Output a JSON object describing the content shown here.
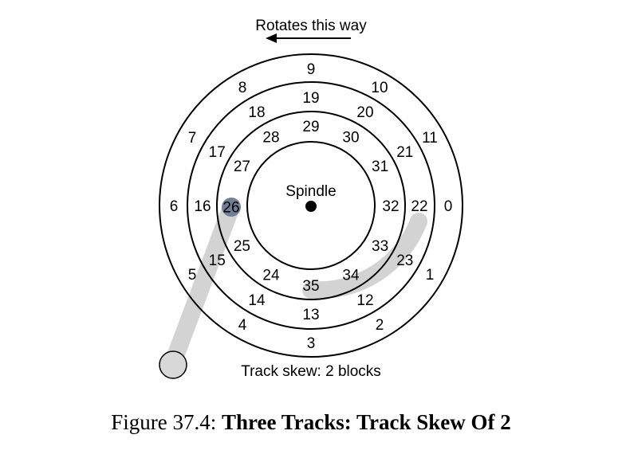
{
  "rotation_label": "Rotates this way",
  "spindle_label": "Spindle",
  "skew_label": "Track skew: 2 blocks",
  "caption": {
    "prefix": "Figure 37.4:",
    "title": "Three Tracks: Track Skew Of 2"
  },
  "tracks": {
    "outer": [
      "0",
      "1",
      "2",
      "3",
      "4",
      "5",
      "6",
      "7",
      "8",
      "9",
      "10",
      "11"
    ],
    "middle": [
      "22",
      "23",
      "12",
      "13",
      "14",
      "15",
      "16",
      "17",
      "18",
      "19",
      "20",
      "21"
    ],
    "inner": [
      "32",
      "33",
      "34",
      "35",
      "24",
      "25",
      "26",
      "27",
      "28",
      "29",
      "30",
      "31"
    ]
  },
  "head_position_sector": "26",
  "colors": {
    "line": "#000000",
    "arm": "#d3d3d3",
    "head": "#5f6f8a",
    "spindle": "#000000"
  }
}
